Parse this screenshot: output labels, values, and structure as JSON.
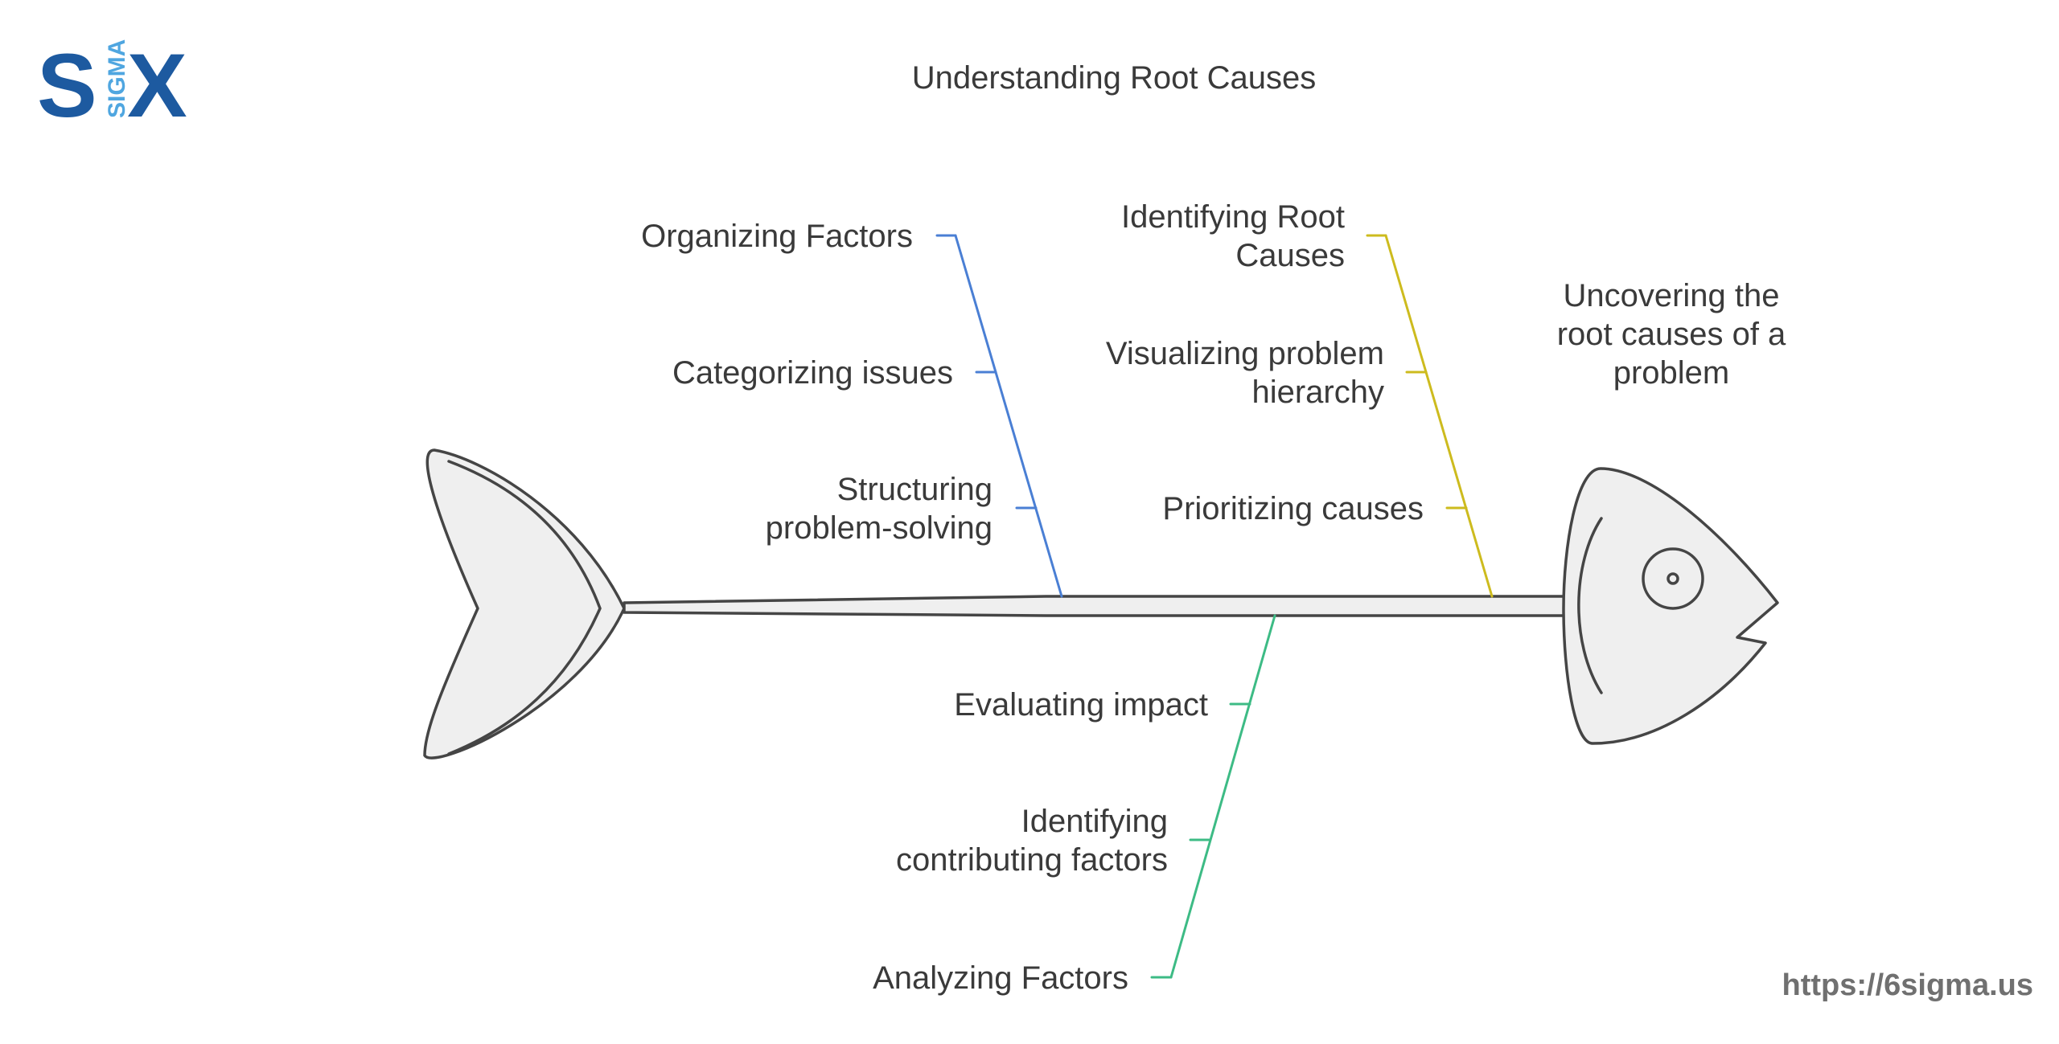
{
  "title": "Understanding Root Causes",
  "logo": {
    "letter_s": "S",
    "letter_x": "X",
    "sigma_word": "SIGMA",
    "colors": {
      "dark": "#1d5aa0",
      "light": "#4fa6e0"
    }
  },
  "website": "https://6sigma.us",
  "head_label": [
    "Uncovering the",
    "root causes of a",
    "problem"
  ],
  "branches": [
    {
      "name": "blue",
      "color": "#4a7fd4",
      "labels": [
        [
          "Organizing Factors"
        ],
        [
          "Categorizing issues"
        ],
        [
          "Structuring",
          "problem-solving"
        ]
      ]
    },
    {
      "name": "yellow",
      "color": "#cdbb1e",
      "labels": [
        [
          "Identifying Root",
          "Causes"
        ],
        [
          "Visualizing problem",
          "hierarchy"
        ],
        [
          "Prioritizing causes"
        ]
      ]
    },
    {
      "name": "green",
      "color": "#3dbb85",
      "labels": [
        [
          "Evaluating impact"
        ],
        [
          "Identifying",
          "contributing factors"
        ],
        [
          "Analyzing Factors"
        ]
      ]
    }
  ],
  "colors": {
    "outline": "#454545",
    "fill": "#efefef",
    "text": "#3a3a3a"
  }
}
